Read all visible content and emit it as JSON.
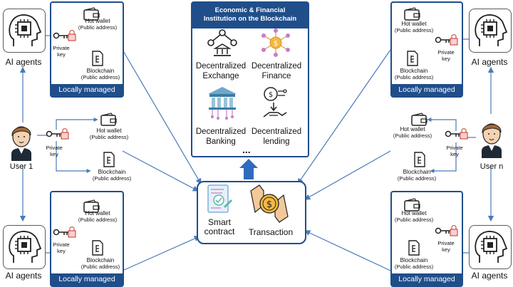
{
  "center": {
    "title_line1": "Economic & Financial",
    "title_line2": "Institution on the Blockchain",
    "services": [
      {
        "line1": "Decentralized",
        "line2": "Exchange"
      },
      {
        "line1": "Decentralized",
        "line2": "Finance"
      },
      {
        "line1": "Decentralized",
        "line2": "Banking"
      },
      {
        "line1": "Decentralized",
        "line2": "lending"
      }
    ],
    "ellipsis": "..."
  },
  "smart": {
    "contract_line1": "Smart",
    "contract_line2": "contract",
    "transaction": "Transaction"
  },
  "users": {
    "left": "User 1",
    "right": "User n"
  },
  "agent_label": "AI agents",
  "panel": {
    "footer": "Locally managed",
    "hot_wallet": "Hot wallet",
    "blockchain": "Blockchain",
    "public_address": "(Public address)",
    "private": "Private",
    "key": "key"
  },
  "colors": {
    "brand_blue": "#1f4e8a",
    "arrow_blue": "#4a7ab8"
  }
}
